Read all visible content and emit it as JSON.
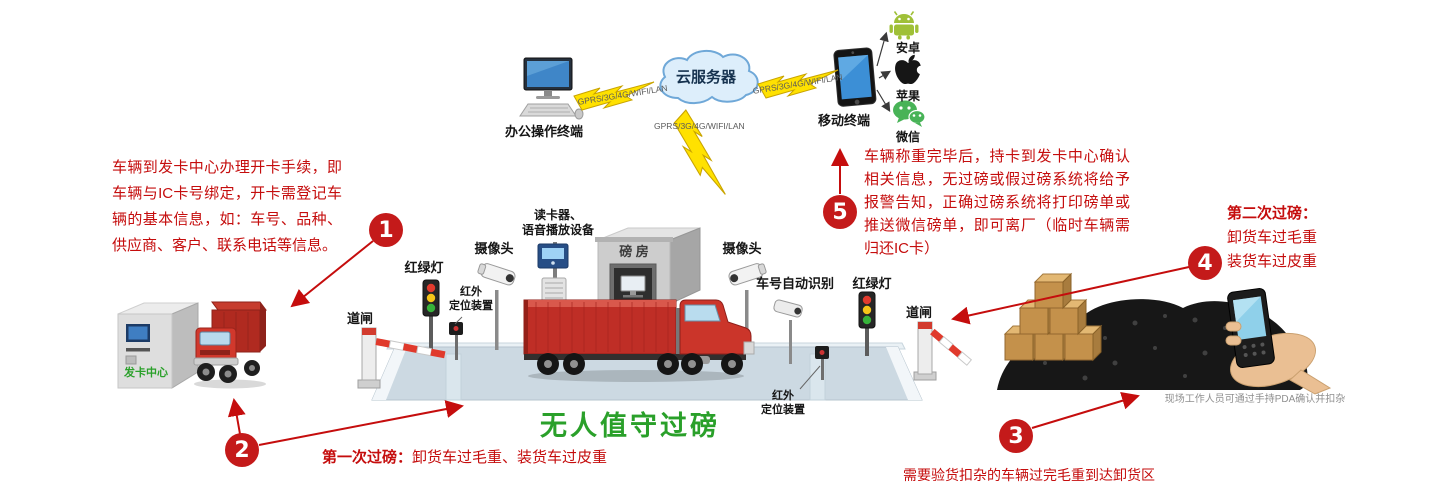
{
  "colors": {
    "accent_red": "#c50d0d",
    "circle_red": "#c41a1a",
    "title_green": "#2aa02a",
    "lightning_yellow": "#ffe100",
    "platform_grey_blue": "#ccd9e2"
  },
  "top": {
    "cloud_label": "云服务器",
    "office_label": "办公操作终端",
    "mobile_label": "移动终端",
    "android_label": "安卓",
    "apple_label": "苹果",
    "wechat_label": "微信",
    "gprs_left": "GPRS/3G/4G/WIFI/LAN",
    "gprs_right": "GPRS/3G/4G/WIFI/LAN",
    "gprs_down": "GPRS/3G/4G/WIFI/LAN"
  },
  "steps": {
    "s1": {
      "num": "1",
      "text": "车辆到发卡中心办理开卡手续，即车辆与IC卡号绑定，开卡需登记车辆的基本信息，如：车号、品种、供应商、客户、联系电话等信息。"
    },
    "s2": {
      "num": "2",
      "title": "第一次过磅：",
      "text": "卸货车过毛重、装货车过皮重"
    },
    "s3": {
      "num": "3",
      "text": "需要验货扣杂的车辆过完毛重到达卸货区"
    },
    "s4": {
      "num": "4",
      "title": "第二次过磅：",
      "line1": "卸货车过毛重",
      "line2": "装货车过皮重"
    },
    "s5": {
      "num": "5",
      "text": "车辆称重完毕后，持卡到发卡中心确认相关信息，无过磅或假过磅系统将给予报警告知，正确过磅系统将打印磅单或推送微信磅单，即可离厂（临时车辆需归还IC卡）"
    }
  },
  "scene": {
    "card_center": "发卡中心",
    "title": "无人值守过磅",
    "camera_left": "摄像头",
    "camera_right": "摄像头",
    "reader_line1": "读卡器、",
    "reader_line2": "语音播放设备",
    "weigh_house": "磅 房",
    "plate_recog": "车号自动识别",
    "light_left": "红绿灯",
    "light_right": "红绿灯",
    "barrier_left": "道闸",
    "barrier_right": "道闸",
    "ir_left_1": "红外",
    "ir_left_2": "定位装置",
    "ir_right_1": "红外",
    "ir_right_2": "定位装置",
    "pda_caption": "现场工作人员可通过手持PDA确认并扣杂"
  }
}
